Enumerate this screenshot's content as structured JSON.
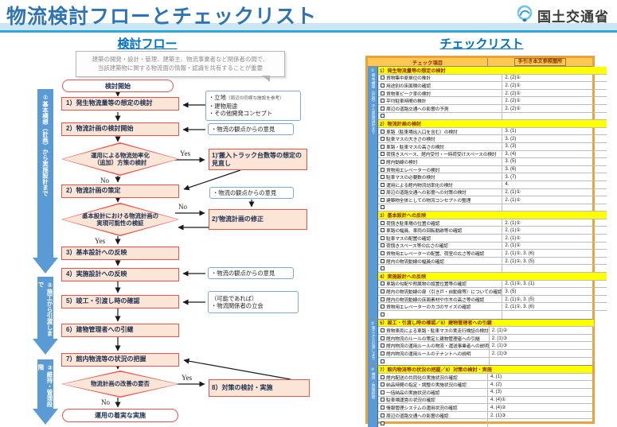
{
  "header": {
    "title": "物流検討フローとチェックリスト",
    "agency": "国土交通省"
  },
  "colors": {
    "title_blue": "#2e74b5",
    "heading_blue": "#0070c0",
    "band_blue": "#2ea9df",
    "flow_box_fill": "#fbe5d6",
    "flow_box_border": "#e8534e",
    "phase_arrow_blue": "#5b9bd5",
    "table_border_amber": "#e8a33c",
    "table_header_amber": "#ffc851",
    "section_yellow": "#ffff00"
  },
  "flow": {
    "heading": "検討フロー",
    "top_note": {
      "l1": "建築の開発・設計・管理、建築主、物流事業者など関係者の間で、",
      "l2": "当該建築物に関する物流面の情報・認識を共有することが重要"
    },
    "phases": {
      "p1": "①基本構想（計画）から実施設計まで",
      "p2": "②施工から引渡しまで",
      "p3": "③維持・管理段階"
    },
    "nodes": {
      "start": "検討開始",
      "n1": "1）発生物流量等の想定の検討",
      "n2": "2）物流計画の検討開始",
      "d1l1": "運用による物流効率化",
      "d1l2": "（追加）方策の検討",
      "n3": "2）物流計画の策定",
      "d2l1": "基本設計における物流計画の",
      "d2l2": "実現可能性の検証",
      "n4": "3）基本設計への反映",
      "n5": "4）実施設計への反映",
      "n6": "5）竣工・引渡し時の確認",
      "n7": "6）建物管理者への引継",
      "n8": "7）館内物流等の状況の把握",
      "d3l1": "物流計画の改善の要否",
      "end": "運用の着実な実施",
      "s1": "1)′搬入トラック台数等の想定の見直し",
      "s2": "2)′物流計画の修正",
      "s3": "8）対策の検討・実施"
    },
    "notes": {
      "n1": {
        "l1": "・立地",
        "l1s": "（周辺の同様な施設を参考）",
        "l2": "・建物用途",
        "l3": "・その他開発コンセプト"
      },
      "n2": {
        "l1": "・物流の観点からの意見"
      },
      "n3": {
        "l1": "・物流の観点からの意見"
      },
      "n4": {
        "l1": "・物流の観点からの意見"
      },
      "n5": {
        "l1": "（可能であれば）",
        "l2": "・物流関係者の立会"
      }
    },
    "labels": {
      "yes": "Yes",
      "no": "No"
    }
  },
  "checklist": {
    "heading": "チェックリスト",
    "col_item": "チェック項目",
    "col_ref": "手引き本文参照箇所",
    "phases": [
      {
        "label": "①基本構想（計画）から実施設計まで",
        "sections": [
          {
            "title": "1）発生物流量等の想定の検討",
            "items": [
              {
                "text": "貨物集中原単位の推計",
                "ref": "2. (2)①"
              },
              {
                "text": "用途別の床面積の確認",
                "ref": "2. (2)①"
              },
              {
                "text": "貨物車ピーク率の検討",
                "ref": "2. (2)①"
              },
              {
                "text": "平均駐車時間の推計",
                "ref": "2. (2)①"
              },
              {
                "text": "周辺の道路交通への影響の予測",
                "ref": "2. (2)①"
              }
            ]
          },
          {
            "title": "2）物流計画の検討",
            "items": [
              {
                "text": "車路（駐車場出入口を含む）の検討",
                "ref": "3. (1)"
              },
              {
                "text": "駐車マスの大きさの検討",
                "ref": "3. (2)"
              },
              {
                "text": "車路・駐車マスの高さの検討",
                "ref": "3. (3)"
              },
              {
                "text": "荷捌きスペース、館内受付・一時荷受けスペースの検討",
                "ref": "3. (4)"
              },
              {
                "text": "館内動線の検討",
                "ref": "3. (5)"
              },
              {
                "text": "貨物用エレベーターの検討",
                "ref": "3. (6)"
              },
              {
                "text": "駐車マスの必要数の検討",
                "ref": "3. (7)"
              },
              {
                "text": "運用による館内物流効率化の検討",
                "ref": "4."
              },
              {
                "text": "周辺の道路交通への影響への対策の検討",
                "ref": "2. (1)①"
              },
              {
                "text": "建築物全体としての物流コンセプトの整理",
                "ref": "2. (1)①"
              }
            ]
          },
          {
            "title": "3）基本設計への反映",
            "items": [
              {
                "text": "荷捌き駐車場の位置の確認",
                "ref": "2. (1)①"
              },
              {
                "text": "車路の幅員、車両の回転軌跡等の確認",
                "ref": "2. (1)①"
              },
              {
                "text": "駐車マスの配置の確認",
                "ref": "2. (1)①"
              },
              {
                "text": "荷捌きスペース等の広さの確認",
                "ref": "2. (1)①"
              },
              {
                "text": "貨物用エレベーターの配置、荷室の広さ等の確認",
                "ref": "2. (1)①, 3. (6)"
              },
              {
                "text": "館内の物流動線の幅員の確認",
                "ref": "2. (1)①, 3. (5)"
              }
            ]
          },
          {
            "title": "4）実施設計への反映",
            "items": [
              {
                "text": "車路の勾配や附属物の設置位置等の確認",
                "ref": "2. (1)①, 3. (1)"
              },
              {
                "text": "館内の物流動線の扉（引き戸・自動扉等）についての確認",
                "ref": "3. (5)"
              },
              {
                "text": "館内の物流動線の床面素材や巾木の高さ等の確認",
                "ref": "2. (1)①, 3. (5)"
              },
              {
                "text": "貨物用エレベーターのカゴのサイズの確認",
                "ref": "2. (1)①, 3. (6)"
              }
            ]
          }
        ]
      },
      {
        "label": "②施工から引渡しまで",
        "sections": [
          {
            "title": "5）竣工・引渡し時の確認／6）建物管理者への引継",
            "items": [
              {
                "text": "貨物車両による車路・駐車マスの実走行検証の検討",
                "ref": "2. (1)②"
              },
              {
                "text": "館内物流のルールの策定と建物管理者への引継",
                "ref": "2. (1)③"
              },
              {
                "text": "館内物流の運用ルールの物流・運送事業者への説明",
                "ref": "2. (1)③"
              },
              {
                "text": "館内物流の運用ルールのテナントへの説明",
                "ref": "2. (1)③"
              }
            ]
          }
        ]
      },
      {
        "label": "③維持・管理段階",
        "sections": [
          {
            "title": "7）館内物流等の状況の把握／8）対策の検討・実施",
            "items": [
              {
                "text": "館内配送の共同化の実施状況の確認",
                "ref": "4. (1)"
              },
              {
                "text": "納品時間の指定・調整の実施状況の確認",
                "ref": "4. (2)"
              },
              {
                "text": "一括納品の実施状況の確認",
                "ref": "4. (3)"
              },
              {
                "text": "駐車場運営の状況の確認",
                "ref": "4. (4)①"
              },
              {
                "text": "情報管理システムの運用状況の確認",
                "ref": "4. (4)②"
              },
              {
                "text": "周辺の道路交通への影響の確認",
                "ref": "2. (1)③"
              }
            ]
          }
        ]
      }
    ]
  }
}
